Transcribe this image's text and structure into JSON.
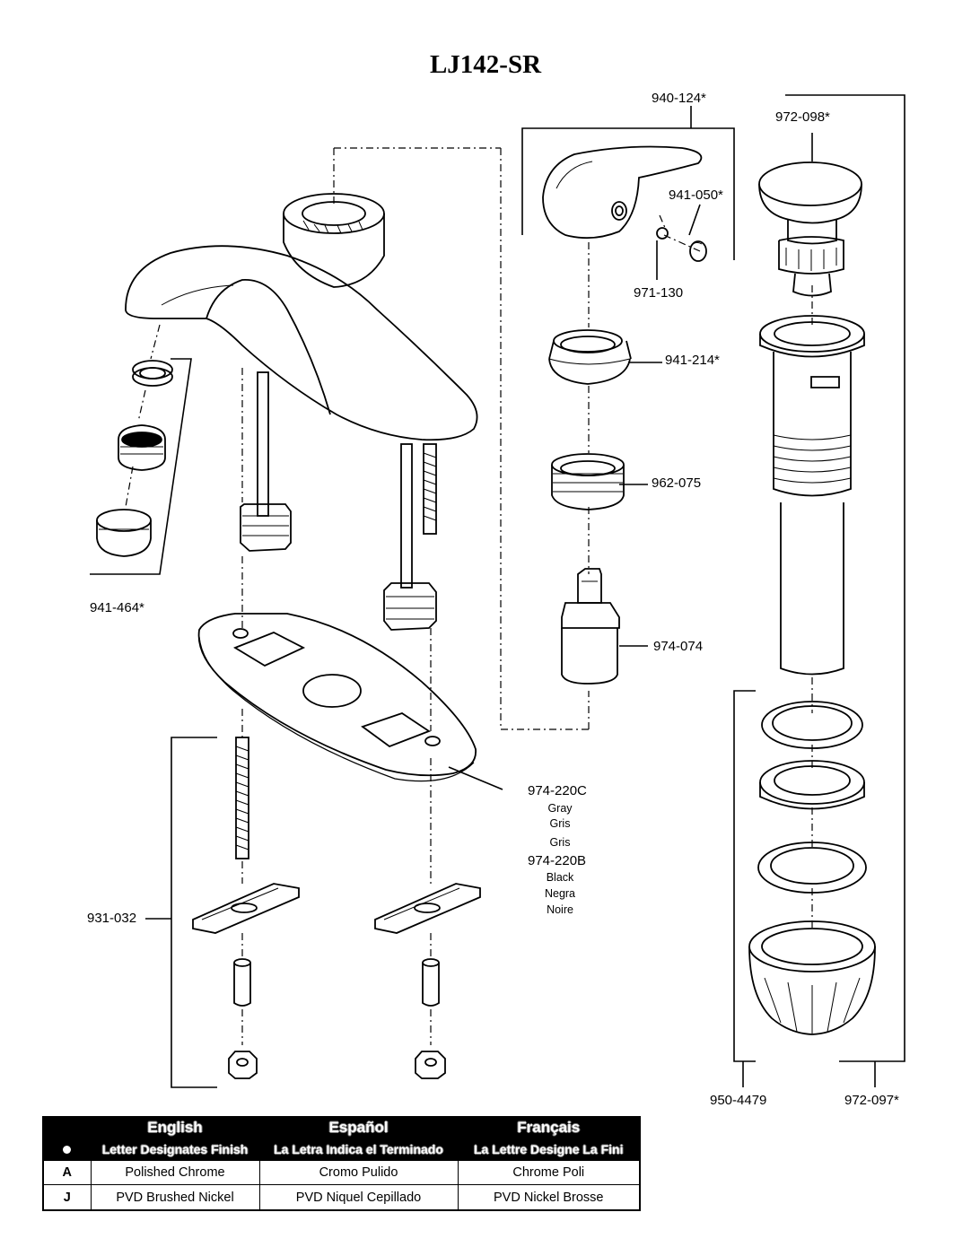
{
  "title": "LJ142-SR",
  "parts": {
    "handle_assembly": "940-124*",
    "pop_up_stopper": "972-098*",
    "button": "941-050*",
    "set_screw": "971-130",
    "cap": "941-214*",
    "bonnet_nut": "962-075",
    "cartridge": "974-074",
    "aerator": "941-464*",
    "escutcheon_gray": "974-220C",
    "escutcheon_black": "974-220B",
    "mounting_hardware": "931-032",
    "drain_seal_kit": "950-4479",
    "drain_assembly": "972-097*"
  },
  "finish_names": {
    "gray": [
      "Gray",
      "Gris",
      "Gris"
    ],
    "black": [
      "Black",
      "Negra",
      "Noire"
    ]
  },
  "legend": {
    "languages": [
      "English",
      "Español",
      "Français"
    ],
    "bullet_icon": "bullet-icon",
    "designates": [
      "Letter Designates Finish",
      "La Letra Indica el Terminado",
      "La Lettre Designe La Fini"
    ],
    "rows": [
      {
        "code": "A",
        "english": "Polished Chrome",
        "spanish": "Cromo Pulido",
        "french": "Chrome Poli"
      },
      {
        "code": "J",
        "english": "PVD Brushed Nickel",
        "spanish": "PVD Niquel Cepillado",
        "french": "PVD Nickel Brosse"
      }
    ]
  }
}
